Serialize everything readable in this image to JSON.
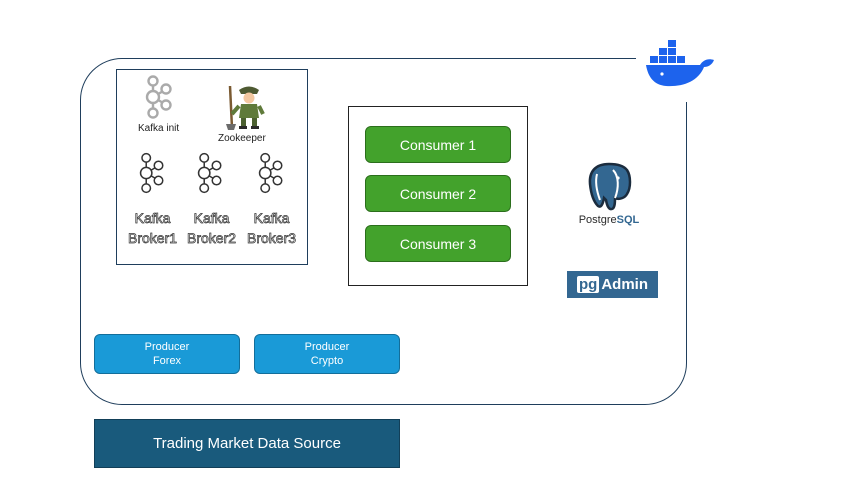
{
  "kafka": {
    "init_label": "Kafka init",
    "zookeeper_label": "Zookeeper",
    "brokers": [
      {
        "line1": "Kafka",
        "line2": "Broker1"
      },
      {
        "line1": "Kafka",
        "line2": "Broker2"
      },
      {
        "line1": "Kafka",
        "line2": "Broker3"
      }
    ]
  },
  "consumers": [
    "Consumer 1",
    "Consumer 2",
    "Consumer 3"
  ],
  "producers": [
    {
      "line1": "Producer",
      "line2": "Forex"
    },
    {
      "line1": "Producer",
      "line2": "Crypto"
    }
  ],
  "database": {
    "name_a": "Postgre",
    "name_b": "SQL"
  },
  "admin": {
    "pg": "pg",
    "rest": "Admin"
  },
  "source": {
    "label": "Trading Market Data Source"
  },
  "icons": [
    "docker-whale-icon",
    "kafka-icon",
    "zookeeper-icon",
    "postgresql-elephant-icon",
    "pgadmin-logo"
  ],
  "colors": {
    "consumer": "#43a22c",
    "producer": "#1a9ad7",
    "source": "#195a7c",
    "docker": "#1d63ed",
    "postgres": "#336791"
  }
}
